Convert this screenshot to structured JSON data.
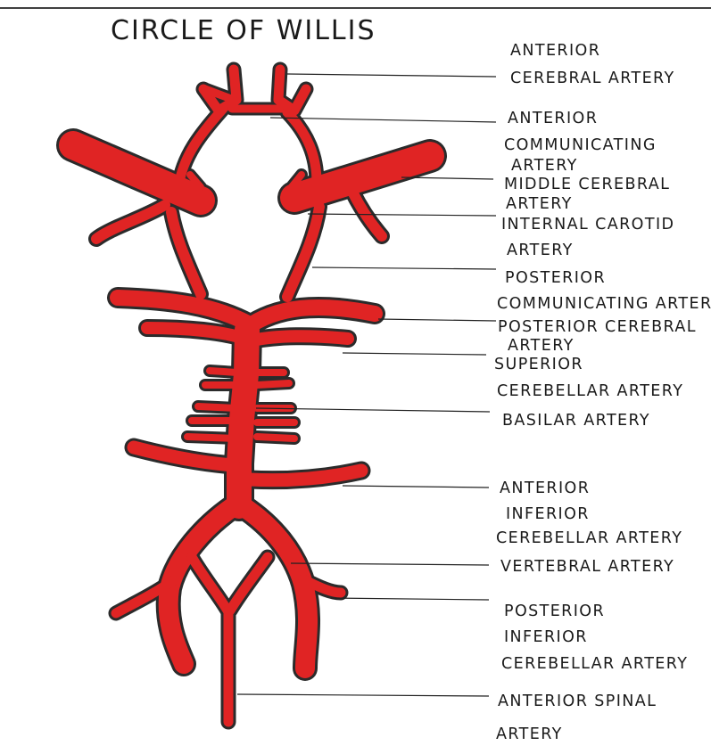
{
  "title": "CIRCLE OF WILLIS",
  "labels": {
    "anterior_cerebral": [
      "ANTERIOR",
      "CEREBRAL ARTERY"
    ],
    "anterior_communicating": [
      "ANTERIOR",
      "COMMUNICATING",
      "ARTERY"
    ],
    "middle_cerebral": [
      "MIDDLE CEREBRAL",
      "ARTERY"
    ],
    "internal_carotid": [
      "INTERNAL CAROTID",
      "ARTERY"
    ],
    "posterior_communicating": [
      "POSTERIOR",
      "COMMUNICATING ARTERY"
    ],
    "posterior_cerebral": [
      "POSTERIOR CEREBRAL",
      "ARTERY"
    ],
    "superior_cerebellar": [
      "SUPERIOR",
      "CEREBELLAR ARTERY"
    ],
    "basilar": [
      "BASILAR ARTERY"
    ],
    "anterior_inferior_cerebellar": [
      "ANTERIOR",
      "INFERIOR",
      "CEREBELLAR ARTERY"
    ],
    "vertebral": [
      "VERTEBRAL ARTERY"
    ],
    "posterior_inferior_cerebellar": [
      "POSTERIOR",
      "INFERIOR",
      "CEREBELLAR ARTERY"
    ],
    "anterior_spinal": [
      "ANTERIOR SPINAL",
      "ARTERY"
    ]
  },
  "colors": {
    "vessel": "#e02424",
    "outline": "#2b2b2b",
    "ink": "#1a1a1a"
  }
}
